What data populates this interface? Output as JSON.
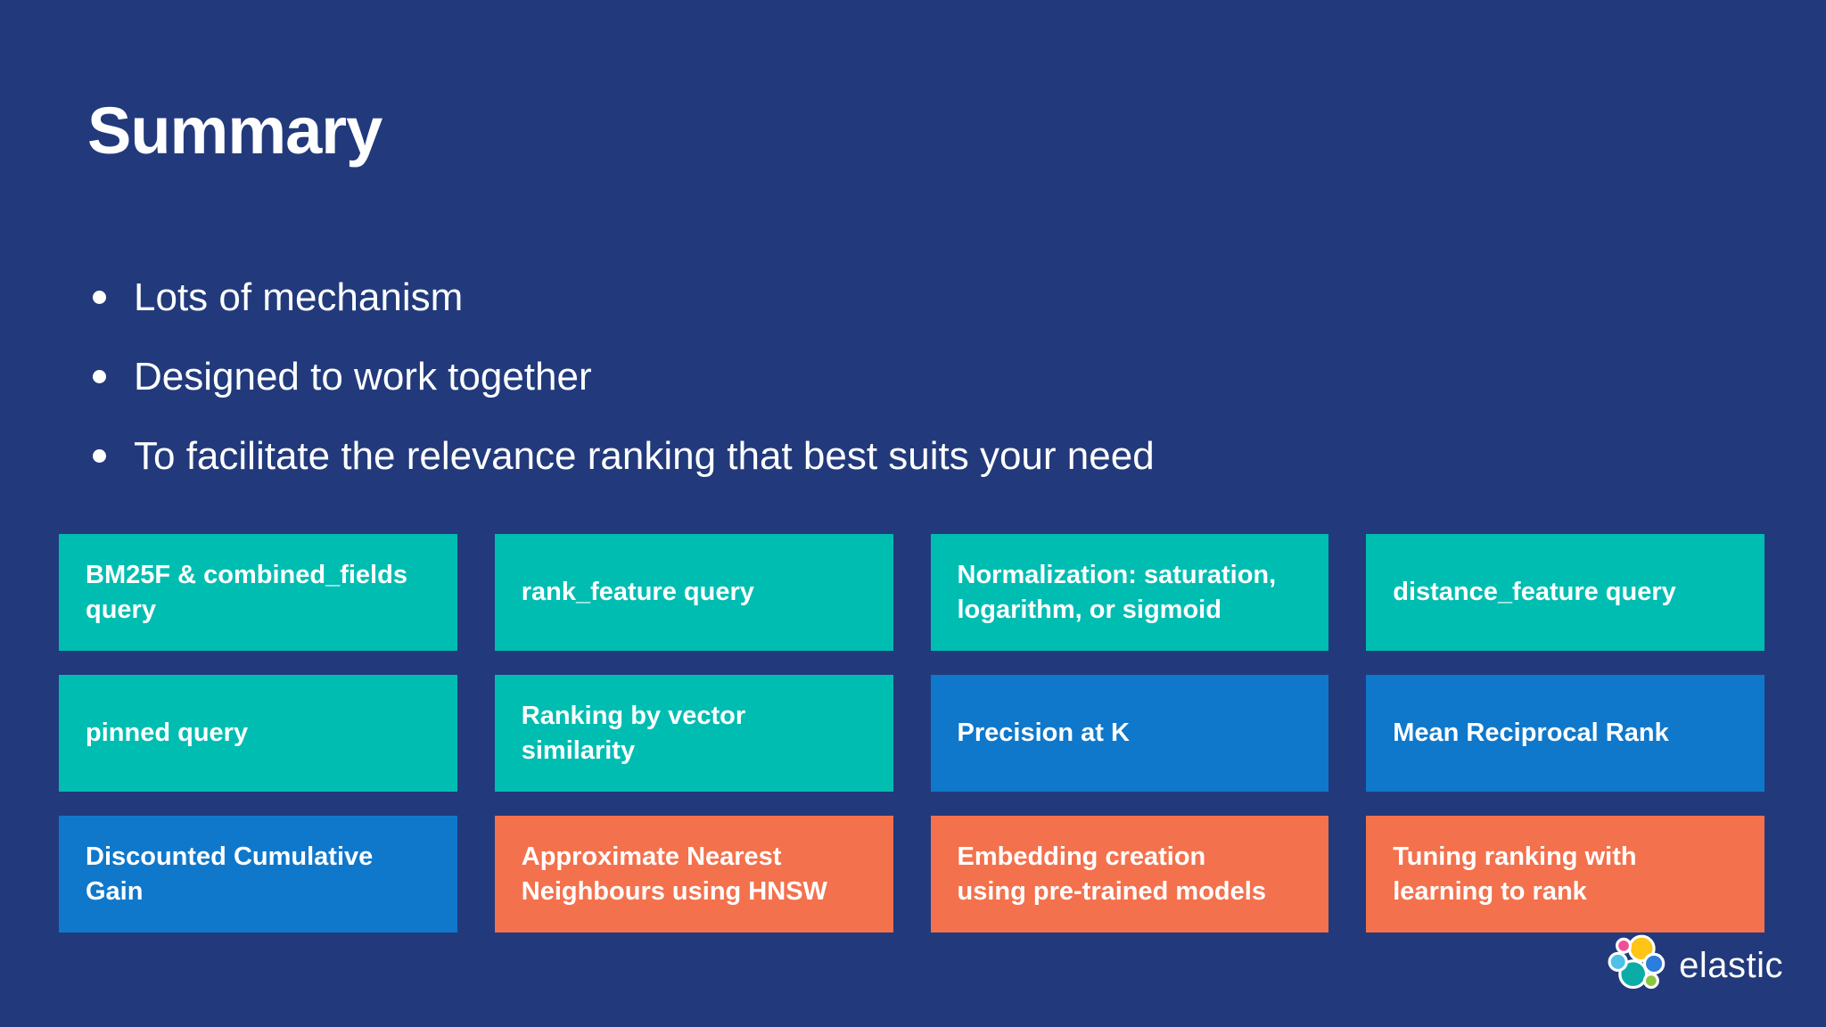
{
  "slide": {
    "title": "Summary",
    "bullets": [
      "Lots of mechanism",
      "Designed to work together",
      "To facilitate the relevance ranking that best suits your need"
    ]
  },
  "grid": {
    "cells": [
      {
        "label": "BM25F & combined_fields query",
        "color": "teal"
      },
      {
        "label": "rank_feature query",
        "color": "teal"
      },
      {
        "label": "Normalization: saturation, logarithm, or sigmoid",
        "color": "teal"
      },
      {
        "label": "distance_feature query",
        "color": "teal"
      },
      {
        "label": "pinned query",
        "color": "teal"
      },
      {
        "label": "Ranking by vector similarity",
        "color": "teal"
      },
      {
        "label": "Precision at K",
        "color": "blue"
      },
      {
        "label": "Mean Reciprocal Rank",
        "color": "blue"
      },
      {
        "label": "Discounted Cumulative Gain",
        "color": "blue"
      },
      {
        "label": "Approximate Nearest Neighbours using HNSW",
        "color": "orange"
      },
      {
        "label": "Embedding creation using pre-trained models",
        "color": "orange"
      },
      {
        "label": "Tuning ranking with learning to rank",
        "color": "orange"
      }
    ]
  },
  "footer": {
    "brand": "elastic",
    "logo_icon": "elastic-logo-icon"
  },
  "colors": {
    "background": "#223a7c",
    "teal": "#00bdb2",
    "blue": "#0f78cb",
    "orange": "#f4714d",
    "text": "#ffffff",
    "logo_yellow": "#fec514",
    "logo_pink": "#f04e98",
    "logo_lightblue": "#4fc0e8",
    "logo_blue": "#2b7dde",
    "logo_teal": "#0aada5",
    "logo_green": "#8cc63f"
  }
}
